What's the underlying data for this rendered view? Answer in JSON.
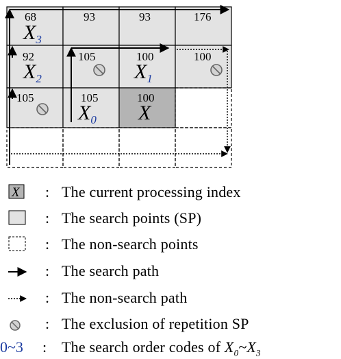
{
  "grid": {
    "cells": [
      {
        "value": "68",
        "var": "X",
        "sub": "3",
        "shaded": true,
        "excluded": false
      },
      {
        "value": "93",
        "var": "",
        "sub": "",
        "shaded": true,
        "excluded": false
      },
      {
        "value": "93",
        "var": "",
        "sub": "",
        "shaded": true,
        "excluded": false
      },
      {
        "value": "176",
        "var": "",
        "sub": "",
        "shaded": true,
        "excluded": false
      },
      {
        "value": "92",
        "var": "X",
        "sub": "2",
        "shaded": true,
        "excluded": false
      },
      {
        "value": "105",
        "var": "",
        "sub": "",
        "shaded": true,
        "excluded": true
      },
      {
        "value": "100",
        "var": "X",
        "sub": "1",
        "shaded": true,
        "excluded": false
      },
      {
        "value": "100",
        "var": "",
        "sub": "",
        "shaded": true,
        "excluded": true
      },
      {
        "value": "105",
        "var": "",
        "sub": "",
        "shaded": true,
        "excluded": true
      },
      {
        "value": "105",
        "var": "X",
        "sub": "0",
        "shaded": true,
        "excluded": false
      },
      {
        "value": "100",
        "var": "X",
        "sub": "",
        "shaded": true,
        "current": true,
        "excluded": false
      },
      {
        "value": "",
        "var": "",
        "sub": "",
        "shaded": false,
        "excluded": false
      }
    ]
  },
  "legend": {
    "current_symbol": "X",
    "current": "The current processing index",
    "search_points": "The search points (SP)",
    "non_search_points": "The non-search points",
    "search_path": "The search path",
    "non_search_path": "The non-search path",
    "exclusion": "The exclusion of repetition SP",
    "codes_range": "0~3",
    "codes_text": "The search order codes of",
    "codes_var_a": "X",
    "codes_sub_a": "0",
    "codes_sep": "~",
    "codes_var_b": "X",
    "codes_sub_b": "3",
    "colon": ":"
  },
  "colors": {
    "search_point_fill": "#e3e3e3",
    "current_fill": "#b4b4b4",
    "order_code": "#1a3aa0"
  }
}
